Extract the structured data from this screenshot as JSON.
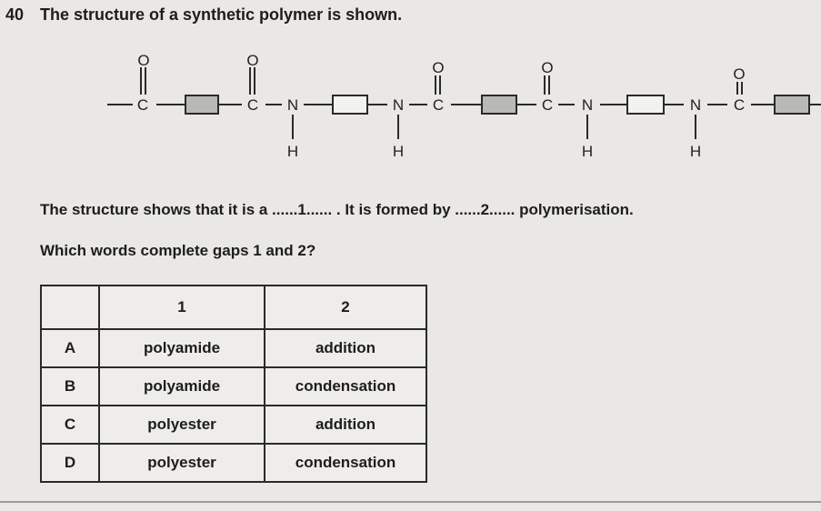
{
  "question": {
    "number": "40",
    "title": "The structure of a synthetic polymer is shown."
  },
  "structure": {
    "atoms": {
      "carbon": "C",
      "oxygen": "O",
      "nitrogen": "N",
      "hydrogen": "H"
    }
  },
  "sentence": "The structure shows that it is a ......1...... . It is formed by ......2...... polymerisation.",
  "prompt": "Which words complete gaps 1 and 2?",
  "table": {
    "headers": [
      "",
      "1",
      "2"
    ],
    "rows": [
      {
        "letter": "A",
        "gap1": "polyamide",
        "gap2": "addition"
      },
      {
        "letter": "B",
        "gap1": "polyamide",
        "gap2": "condensation"
      },
      {
        "letter": "C",
        "gap1": "polyester",
        "gap2": "addition"
      },
      {
        "letter": "D",
        "gap1": "polyester",
        "gap2": "condensation"
      }
    ]
  }
}
